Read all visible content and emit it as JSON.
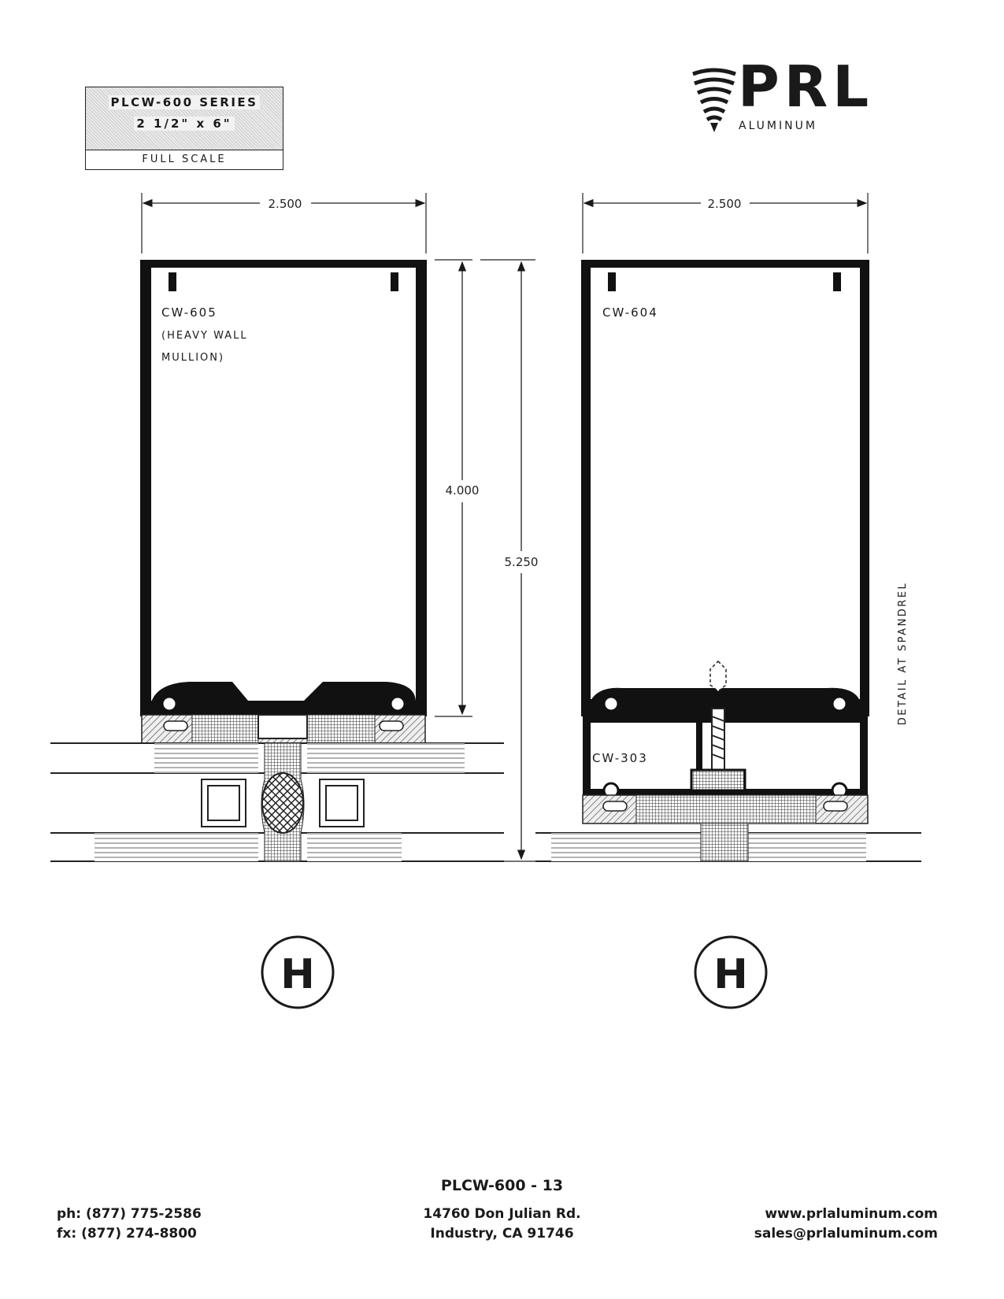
{
  "title_block": {
    "series": "PLCW-600 SERIES",
    "size": "2 1/2\" x 6\"",
    "scale": "FULL SCALE"
  },
  "logo": {
    "text": "PRL",
    "subtext": "ALUMINUM"
  },
  "drawing": {
    "left_section": {
      "part": "CW-605",
      "note_line1": "(HEAVY WALL",
      "note_line2": "MULLION)",
      "width_dim": "2.500",
      "depth_dim": "4.000",
      "overall_dim": "5.250",
      "marker": "H"
    },
    "right_section": {
      "part": "CW-604",
      "sub_part": "CW-303",
      "width_dim": "2.500",
      "detail_label": "DETAIL AT SPANDREL",
      "marker": "H"
    }
  },
  "footer": {
    "doc_number": "PLCW-600  - 13",
    "phone": "ph: (877) 775-2586",
    "fax": "fx: (877) 274-8800",
    "address_line1": "14760 Don Julian Rd.",
    "address_line2": "Industry, CA 91746",
    "website": "www.prlaluminum.com",
    "email": "sales@prlaluminum.com"
  }
}
